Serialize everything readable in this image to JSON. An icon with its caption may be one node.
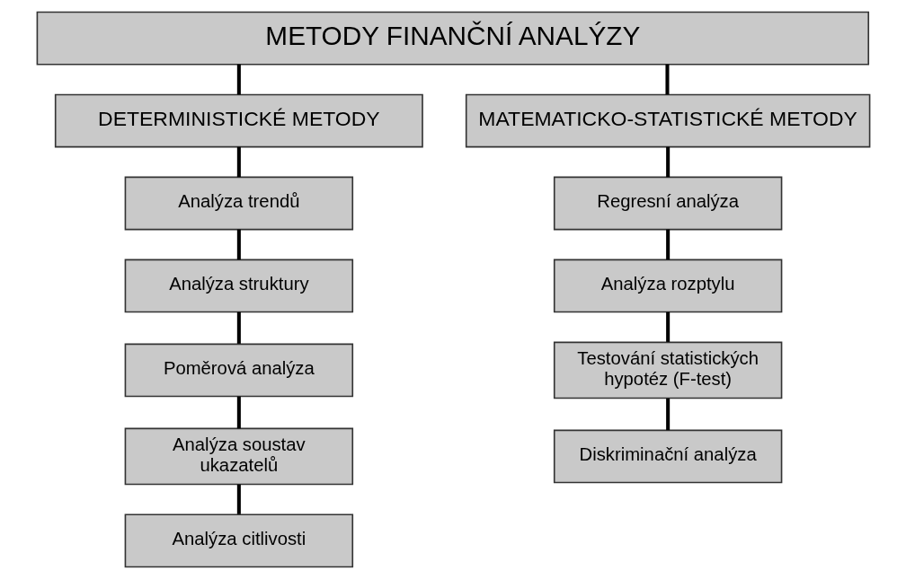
{
  "diagram": {
    "nodes": [
      {
        "text": [
          "METODY FINANČNÍ ANALÝZY"
        ]
      },
      {
        "text": [
          "DETERMINISTICKÉ METODY"
        ]
      },
      {
        "text": [
          "MATEMATICKO-STATISTICKÉ METODY"
        ]
      },
      {
        "text": [
          "Analýza trendů"
        ]
      },
      {
        "text": [
          "Analýza struktury"
        ]
      },
      {
        "text": [
          "Poměrová analýza"
        ]
      },
      {
        "text": [
          "Analýza soustav ukazatelů"
        ]
      },
      {
        "text": [
          "Analýza citlivosti"
        ]
      },
      {
        "text": [
          "Regresní analýza"
        ]
      },
      {
        "text": [
          "Analýza rozptylu"
        ]
      },
      {
        "text": [
          "Testování statistických hypotéz (F-test)"
        ]
      },
      {
        "text": [
          "Diskriminační analýza"
        ]
      }
    ],
    "edges": [
      {
        "from": 0,
        "to": 1,
        "arrow": "none"
      },
      {
        "from": 0,
        "to": 2,
        "arrow": "none"
      },
      {
        "from": 1,
        "to": 3,
        "arrow": "none"
      },
      {
        "from": 3,
        "to": 4,
        "arrow": "none"
      },
      {
        "from": 4,
        "to": 5,
        "arrow": "none"
      },
      {
        "from": 5,
        "to": 6,
        "arrow": "none"
      },
      {
        "from": 6,
        "to": 7,
        "arrow": "none"
      },
      {
        "from": 2,
        "to": 8,
        "arrow": "none"
      },
      {
        "from": 8,
        "to": 9,
        "arrow": "none"
      },
      {
        "from": 9,
        "to": 10,
        "arrow": "none"
      },
      {
        "from": 10,
        "to": 11,
        "arrow": "none"
      }
    ]
  }
}
